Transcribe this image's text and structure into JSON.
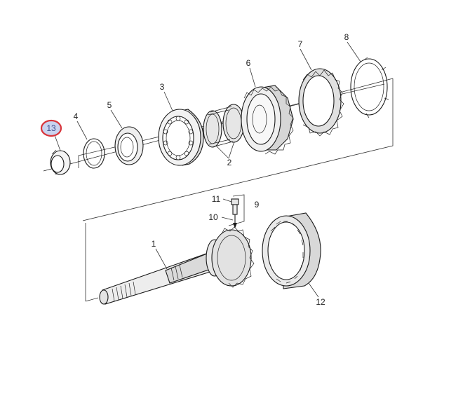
{
  "diagram": {
    "callouts": {
      "c1": "1",
      "c2": "2",
      "c3": "3",
      "c4": "4",
      "c5": "5",
      "c6": "6",
      "c7": "7",
      "c8": "8",
      "c9": "9",
      "c10": "10",
      "c11": "11",
      "c12": "12",
      "c13": "13"
    },
    "highlighted_callout": "13",
    "colors": {
      "highlight_ring": "#d9343a",
      "highlight_fill": "#c9d3ef",
      "line": "#333333"
    }
  }
}
